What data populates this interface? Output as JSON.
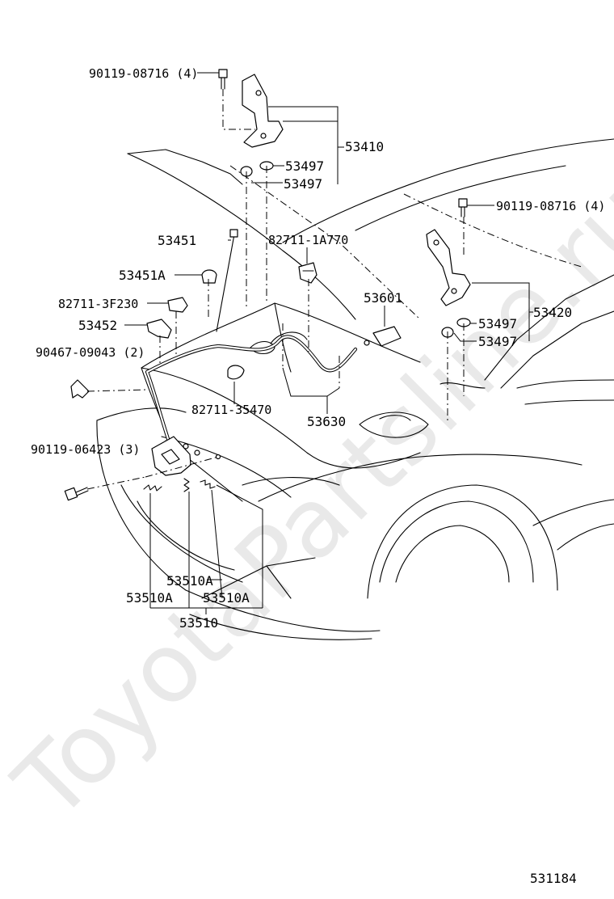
{
  "watermark": "ToyotaPartsline.ru",
  "figure_number": "531184",
  "labels": {
    "bolt_hinge_left": "90119-08716 (4)",
    "hinge_left": "53410",
    "cushion_left_a": "53497",
    "cushion_left_b": "53497",
    "hood_support_rod": "53451",
    "rod_holder": "53451A",
    "clip_1a770": "82711-1A770",
    "clip_3f230": "82711-3F230",
    "rod_retainer": "53452",
    "clip_90467": "90467-09043 (2)",
    "bolt_hinge_right": "90119-08716 (4)",
    "hinge_right": "53420",
    "cushion_right_a": "53497",
    "cushion_right_b": "53497",
    "lock_control_lever": "53601",
    "clip_35470": "82711-35470",
    "release_cable": "53630",
    "bolt_lock": "90119-06423 (3)",
    "lock_spring_a": "53510A",
    "lock_spring_b": "53510A",
    "lock_spring_c": "53510A",
    "hood_lock_assy": "53510"
  }
}
